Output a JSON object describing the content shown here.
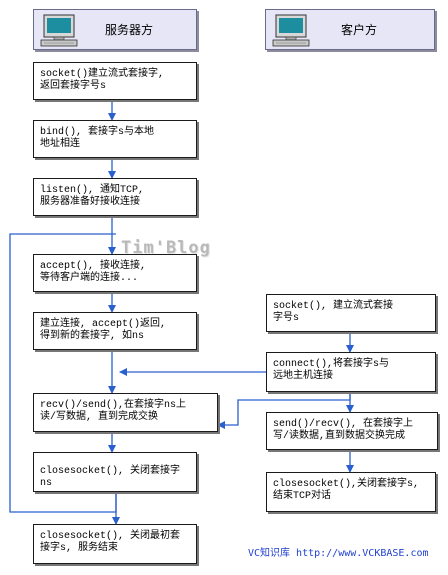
{
  "server_header": {
    "label": "服务器方",
    "icon": "computer-icon"
  },
  "client_header": {
    "label": "客户方",
    "icon": "computer-icon"
  },
  "server_steps": [
    "socket()建立流式套接字,\n返回套接字号s",
    "bind(), 套接字s与本地\n地址相连",
    "listen(), 通知TCP,\n服务器准备好接收连接",
    "accept(), 接收连接,\n等待客户端的连接...",
    "建立连接, accept()返回,\n得到新的套接字, 如ns",
    "recv()/send(),在套接字ns上\n读/写数据, 直到完成交换",
    "closesocket(), 关闭套接字ns",
    "closesocket(), 关闭最初套\n接字s, 服务结束"
  ],
  "client_steps": [
    "socket(), 建立流式套接\n字号s",
    "connect(),将套接字s与\n远地主机连接",
    "send()/recv(), 在套接字上\n写/读数据,直到数据交换完成",
    "closesocket(),关闭套接字s,\n结束TCP对话"
  ],
  "watermark": "Tim'Blog",
  "footer": "VC知识库 http://www.VCKBASE.com",
  "colors": {
    "arrow": "#2a5fcf",
    "box_border": "#1b1b1b",
    "header_fill": "#e6e6f6",
    "footer_text": "#2040d0"
  }
}
